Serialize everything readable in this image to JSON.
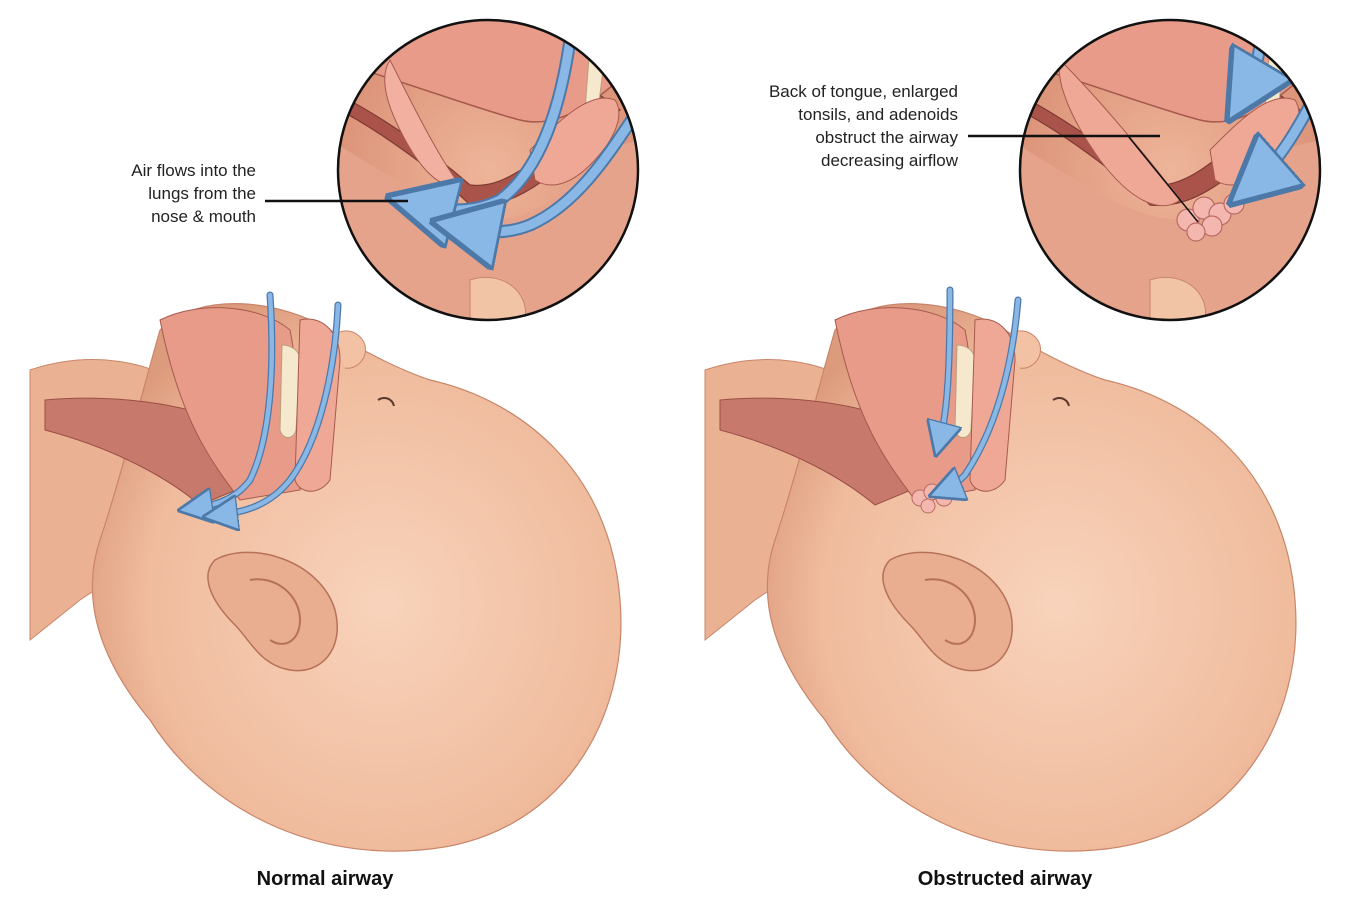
{
  "left_panel": {
    "callout": "Air flows into the\nlungs from the\nnose & mouth",
    "caption": "Normal airway"
  },
  "right_panel": {
    "callout": "Back of tongue, enlarged\ntonsils, and adenoids\nobstruct the airway\ndecreasing airflow",
    "caption": "Obstructed airway"
  },
  "colors": {
    "skin": "#f2c4a6",
    "skin_shadow": "#d9957a",
    "mucosa": "#e98b7e",
    "airway_cavity": "#a9534a",
    "air_arrow": "#8ab8e6",
    "air_arrow_outline": "#4d79a8",
    "tonsil": "#f4b7b0",
    "bone": "#f5e8cc"
  }
}
